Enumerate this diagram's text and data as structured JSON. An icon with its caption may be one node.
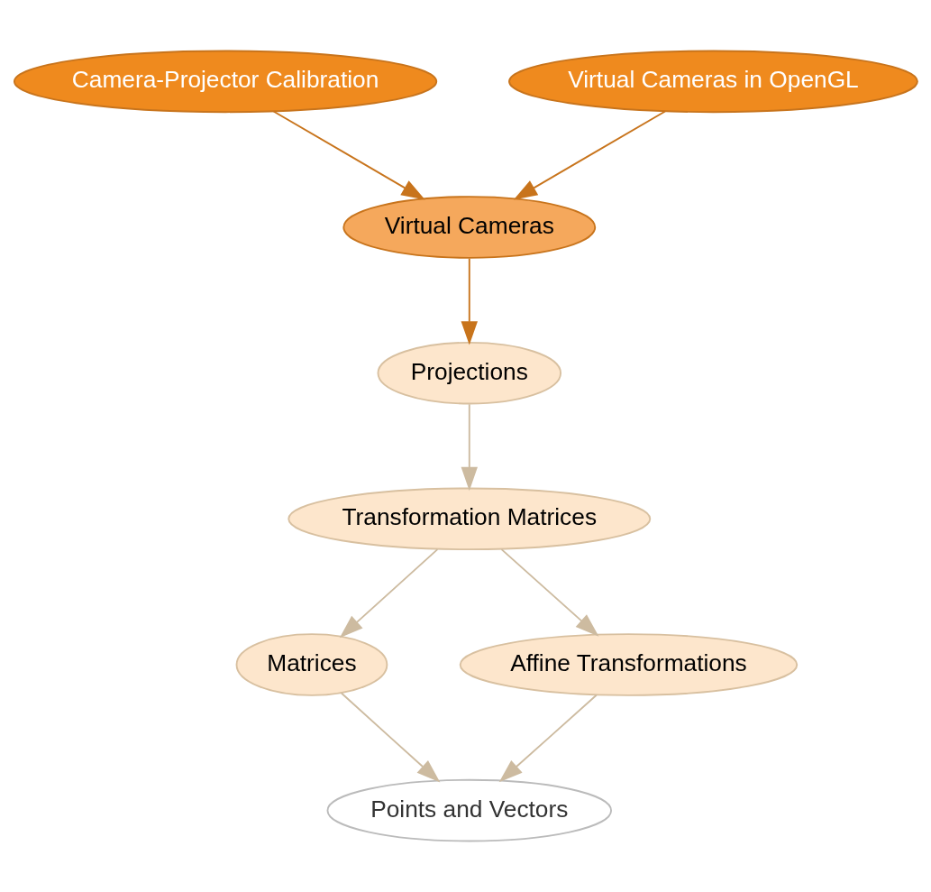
{
  "diagram": {
    "nodes": [
      {
        "text": [
          "Camera-Projector Calibration"
        ]
      },
      {
        "text": [
          "Virtual Cameras in OpenGL"
        ]
      },
      {
        "text": [
          "Virtual Cameras"
        ]
      },
      {
        "text": [
          "Projections"
        ]
      },
      {
        "text": [
          "Matrices"
        ]
      },
      {
        "text": [
          "Points and Vectors"
        ]
      },
      {
        "text": [
          "Transformation Matrices"
        ]
      },
      {
        "text": [
          "Affine Transformations"
        ]
      }
    ],
    "edges": [
      {
        "from": 0,
        "to": 2,
        "arrow": "to",
        "color": "#c8741c"
      },
      {
        "from": 1,
        "to": 2,
        "arrow": "to",
        "color": "#c8741c"
      },
      {
        "from": 2,
        "to": 3,
        "arrow": "to",
        "color": "#c8741c"
      },
      {
        "from": 3,
        "to": 6,
        "arrow": "to"
      },
      {
        "from": 6,
        "to": 4,
        "arrow": "to"
      },
      {
        "from": 4,
        "to": 5,
        "arrow": "to"
      },
      {
        "from": 6,
        "to": 7,
        "arrow": "to"
      },
      {
        "from": 7,
        "to": 5,
        "arrow": "to"
      }
    ]
  }
}
